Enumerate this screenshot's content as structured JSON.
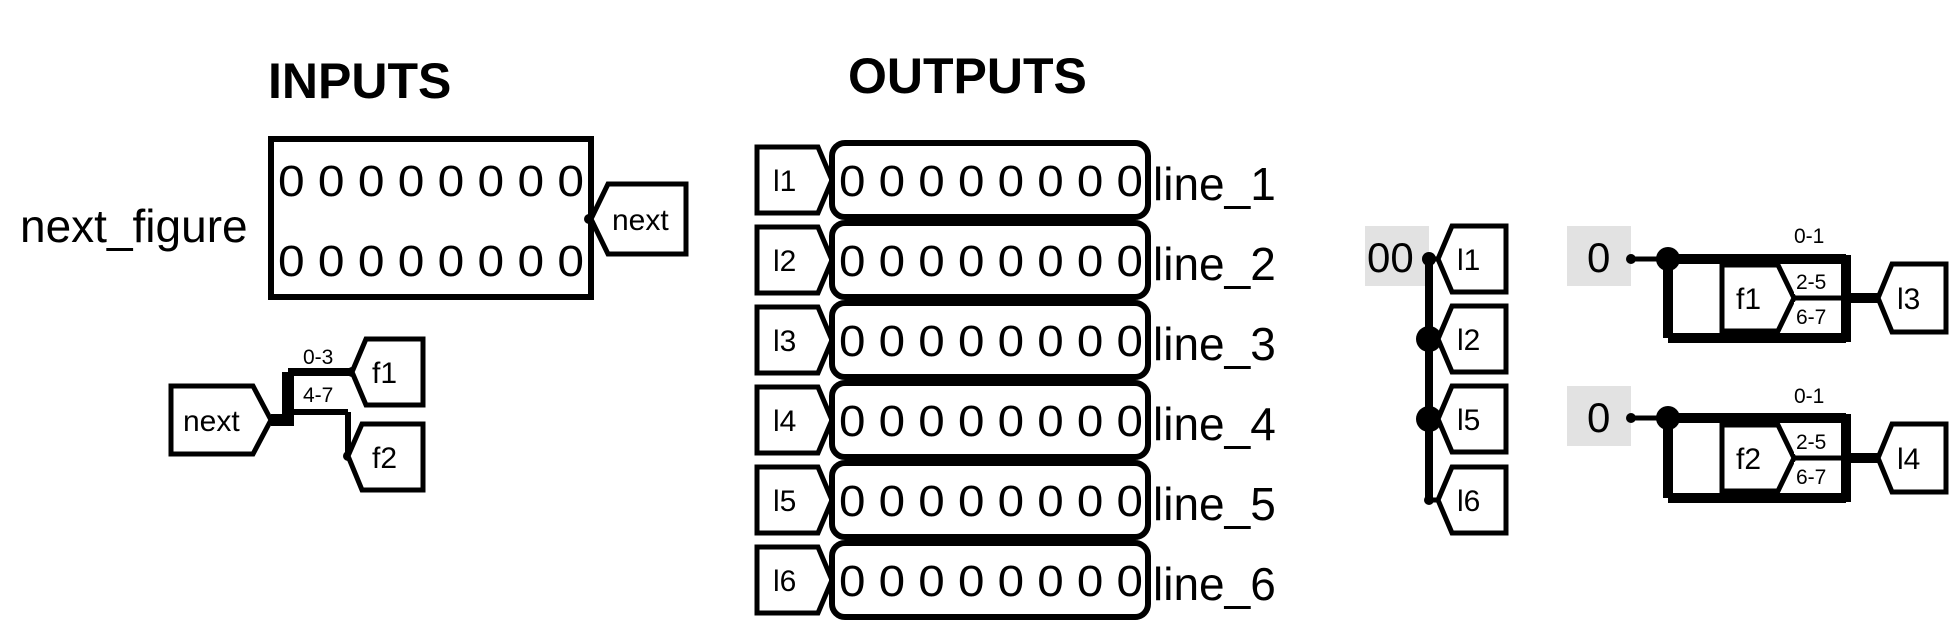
{
  "headings": {
    "inputs": "INPUTS",
    "outputs": "OUTPUTS"
  },
  "input_block": {
    "label": "next_figure",
    "row1": "0 0 0 0 0 0 0 0",
    "row2": "0 0 0 0 0 0 0 0",
    "tunnel": "next"
  },
  "splitter": {
    "source_tunnel": "next",
    "range_top": "0-3",
    "range_bottom": "4-7",
    "out_top": "f1",
    "out_bottom": "f2"
  },
  "outputs": [
    {
      "tunnel": "l1",
      "bits": "0 0 0 0 0 0 0 0",
      "label": "line_1"
    },
    {
      "tunnel": "l2",
      "bits": "0 0 0 0 0 0 0 0",
      "label": "line_2"
    },
    {
      "tunnel": "l3",
      "bits": "0 0 0 0 0 0 0 0",
      "label": "line_3"
    },
    {
      "tunnel": "l4",
      "bits": "0 0 0 0 0 0 0 0",
      "label": "line_4"
    },
    {
      "tunnel": "l5",
      "bits": "0 0 0 0 0 0 0 0",
      "label": "line_5"
    },
    {
      "tunnel": "l6",
      "bits": "0 0 0 0 0 0 0 0",
      "label": "line_6"
    }
  ],
  "constant_bus": {
    "value": "00",
    "tunnels": [
      "l1",
      "l2",
      "l5",
      "l6"
    ]
  },
  "mux_top": {
    "constant": "0",
    "range_a": "0-1",
    "range_b": "2-5",
    "range_c": "6-7",
    "in_tunnel": "f1",
    "out_tunnel": "l3"
  },
  "mux_bottom": {
    "constant": "0",
    "range_a": "0-1",
    "range_b": "2-5",
    "range_c": "6-7",
    "in_tunnel": "f2",
    "out_tunnel": "l4"
  },
  "colors": {
    "stroke": "#000000",
    "constant_bg": "#e2e2e2",
    "background": "#ffffff"
  }
}
